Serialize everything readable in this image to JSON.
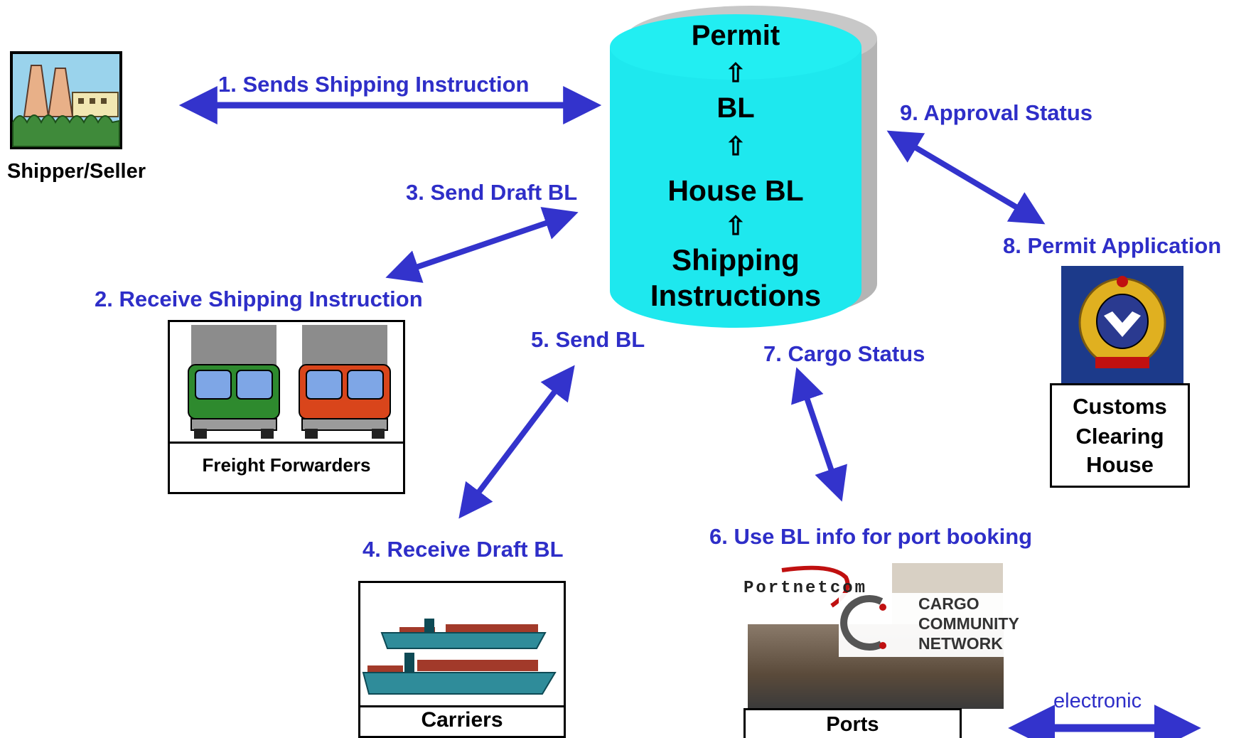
{
  "database": {
    "permit": "Permit",
    "bl": "BL",
    "house_bl": "House BL",
    "shipping_line1": "Shipping",
    "shipping_line2": "Instructions",
    "arrow_glyph": "⇧"
  },
  "steps": {
    "s1": "1. Sends Shipping Instruction",
    "s2": "2. Receive Shipping Instruction",
    "s3": "3. Send Draft BL",
    "s4": "4. Receive Draft BL",
    "s5": "5. Send BL",
    "s6": "6. Use BL info for port booking",
    "s7": "7. Cargo Status",
    "s8": "8. Permit Application",
    "s9": "9. Approval Status"
  },
  "parties": {
    "shipper": "Shipper/Seller",
    "forwarders": "Freight Forwarders",
    "carriers": "Carriers",
    "ports": "Ports",
    "customs_line1": "Customs",
    "customs_line2": "Clearing",
    "customs_line3": "House"
  },
  "ports_logos": {
    "portnet": "Portnetcom",
    "ccn_line1": "CARGO",
    "ccn_line2": "COMMUNITY",
    "ccn_line3": "NETWORK"
  },
  "legend": {
    "electronic": "electronic"
  },
  "colors": {
    "arrow": "#3333cc",
    "step_text": "#2e2ec8",
    "database": "#1ee8ee",
    "database_shadow": "#b4b4b4"
  }
}
